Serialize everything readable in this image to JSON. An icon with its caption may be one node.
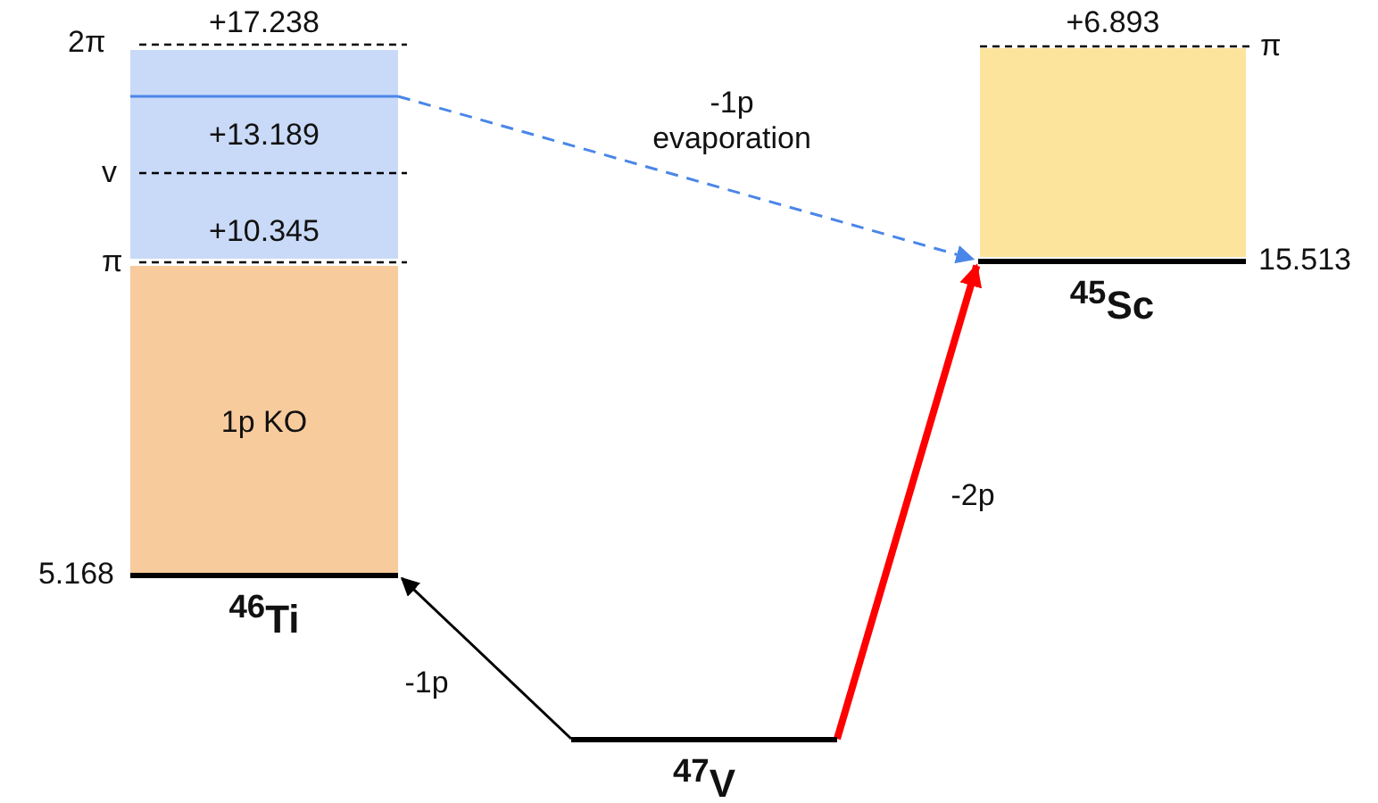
{
  "diagram": {
    "nodes": [
      {
        "text": [
          "1p KO"
        ]
      },
      {
        "text": [
          "+13.189",
          "+10.345"
        ],
        "beside": [
          "+17.238"
        ]
      },
      {
        "text": [
          "$^{46}$Ti"
        ],
        "beside": [
          "5.168"
        ]
      },
      {
        "text": [
          "$^{47}$V"
        ]
      },
      {
        "text": [
          "$^{45}$Sc"
        ],
        "beside": [
          "15.513"
        ]
      },
      {
        "text": [],
        "shape": "box",
        "beside": [
          "+6.893"
        ]
      }
    ],
    "edges": [
      {
        "from": 3,
        "to": 2,
        "arrow": "to",
        "label": "-1p"
      },
      {
        "from": 3,
        "to": 4,
        "arrow": "to",
        "label": "-2p",
        "style": "thick",
        "color": "#ff0000"
      },
      {
        "from": 1,
        "to": 4,
        "arrow": "to",
        "label": "-1p evaporation",
        "style": "dashed",
        "color": "#4a86e8"
      }
    ],
    "labels": [
      "2π",
      "v",
      "π",
      "π"
    ]
  }
}
